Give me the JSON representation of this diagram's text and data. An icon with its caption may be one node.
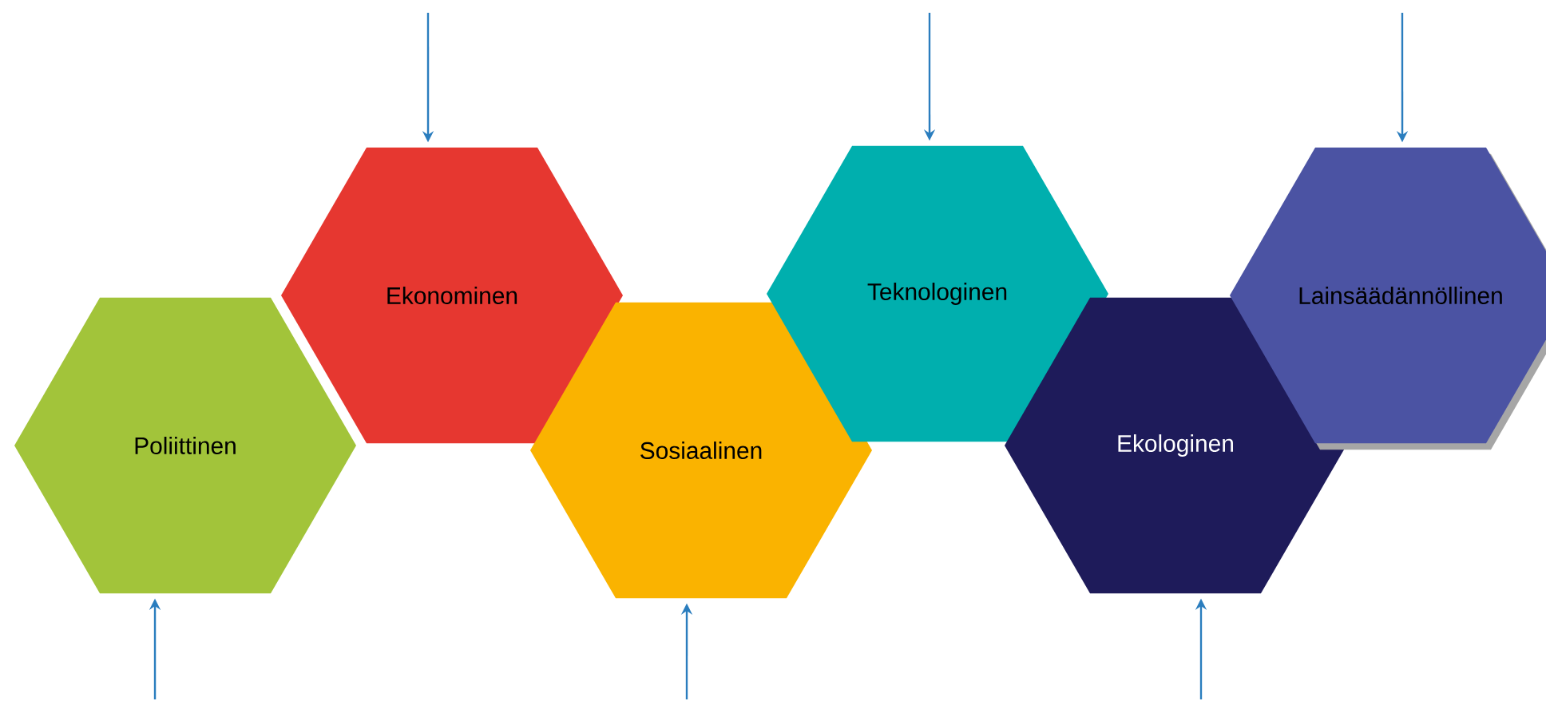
{
  "diagram": {
    "nodes": [
      {
        "text": [
          "Poliittinen"
        ]
      },
      {
        "text": [
          "Ekonominen"
        ]
      },
      {
        "text": [
          "Sosiaalinen"
        ]
      },
      {
        "text": [
          "Teknologinen"
        ]
      },
      {
        "text": [
          "Ekologinen"
        ]
      },
      {
        "text": [
          "Lainsäädännöllinen"
        ]
      }
    ],
    "edges": [
      {
        "from": null,
        "to": 1,
        "arrow": "to"
      },
      {
        "from": null,
        "to": 3,
        "arrow": "to"
      },
      {
        "from": null,
        "to": 5,
        "arrow": "to"
      },
      {
        "from": null,
        "to": 0,
        "arrow": "to"
      },
      {
        "from": null,
        "to": 2,
        "arrow": "to"
      },
      {
        "from": null,
        "to": 4,
        "arrow": "to"
      }
    ]
  }
}
